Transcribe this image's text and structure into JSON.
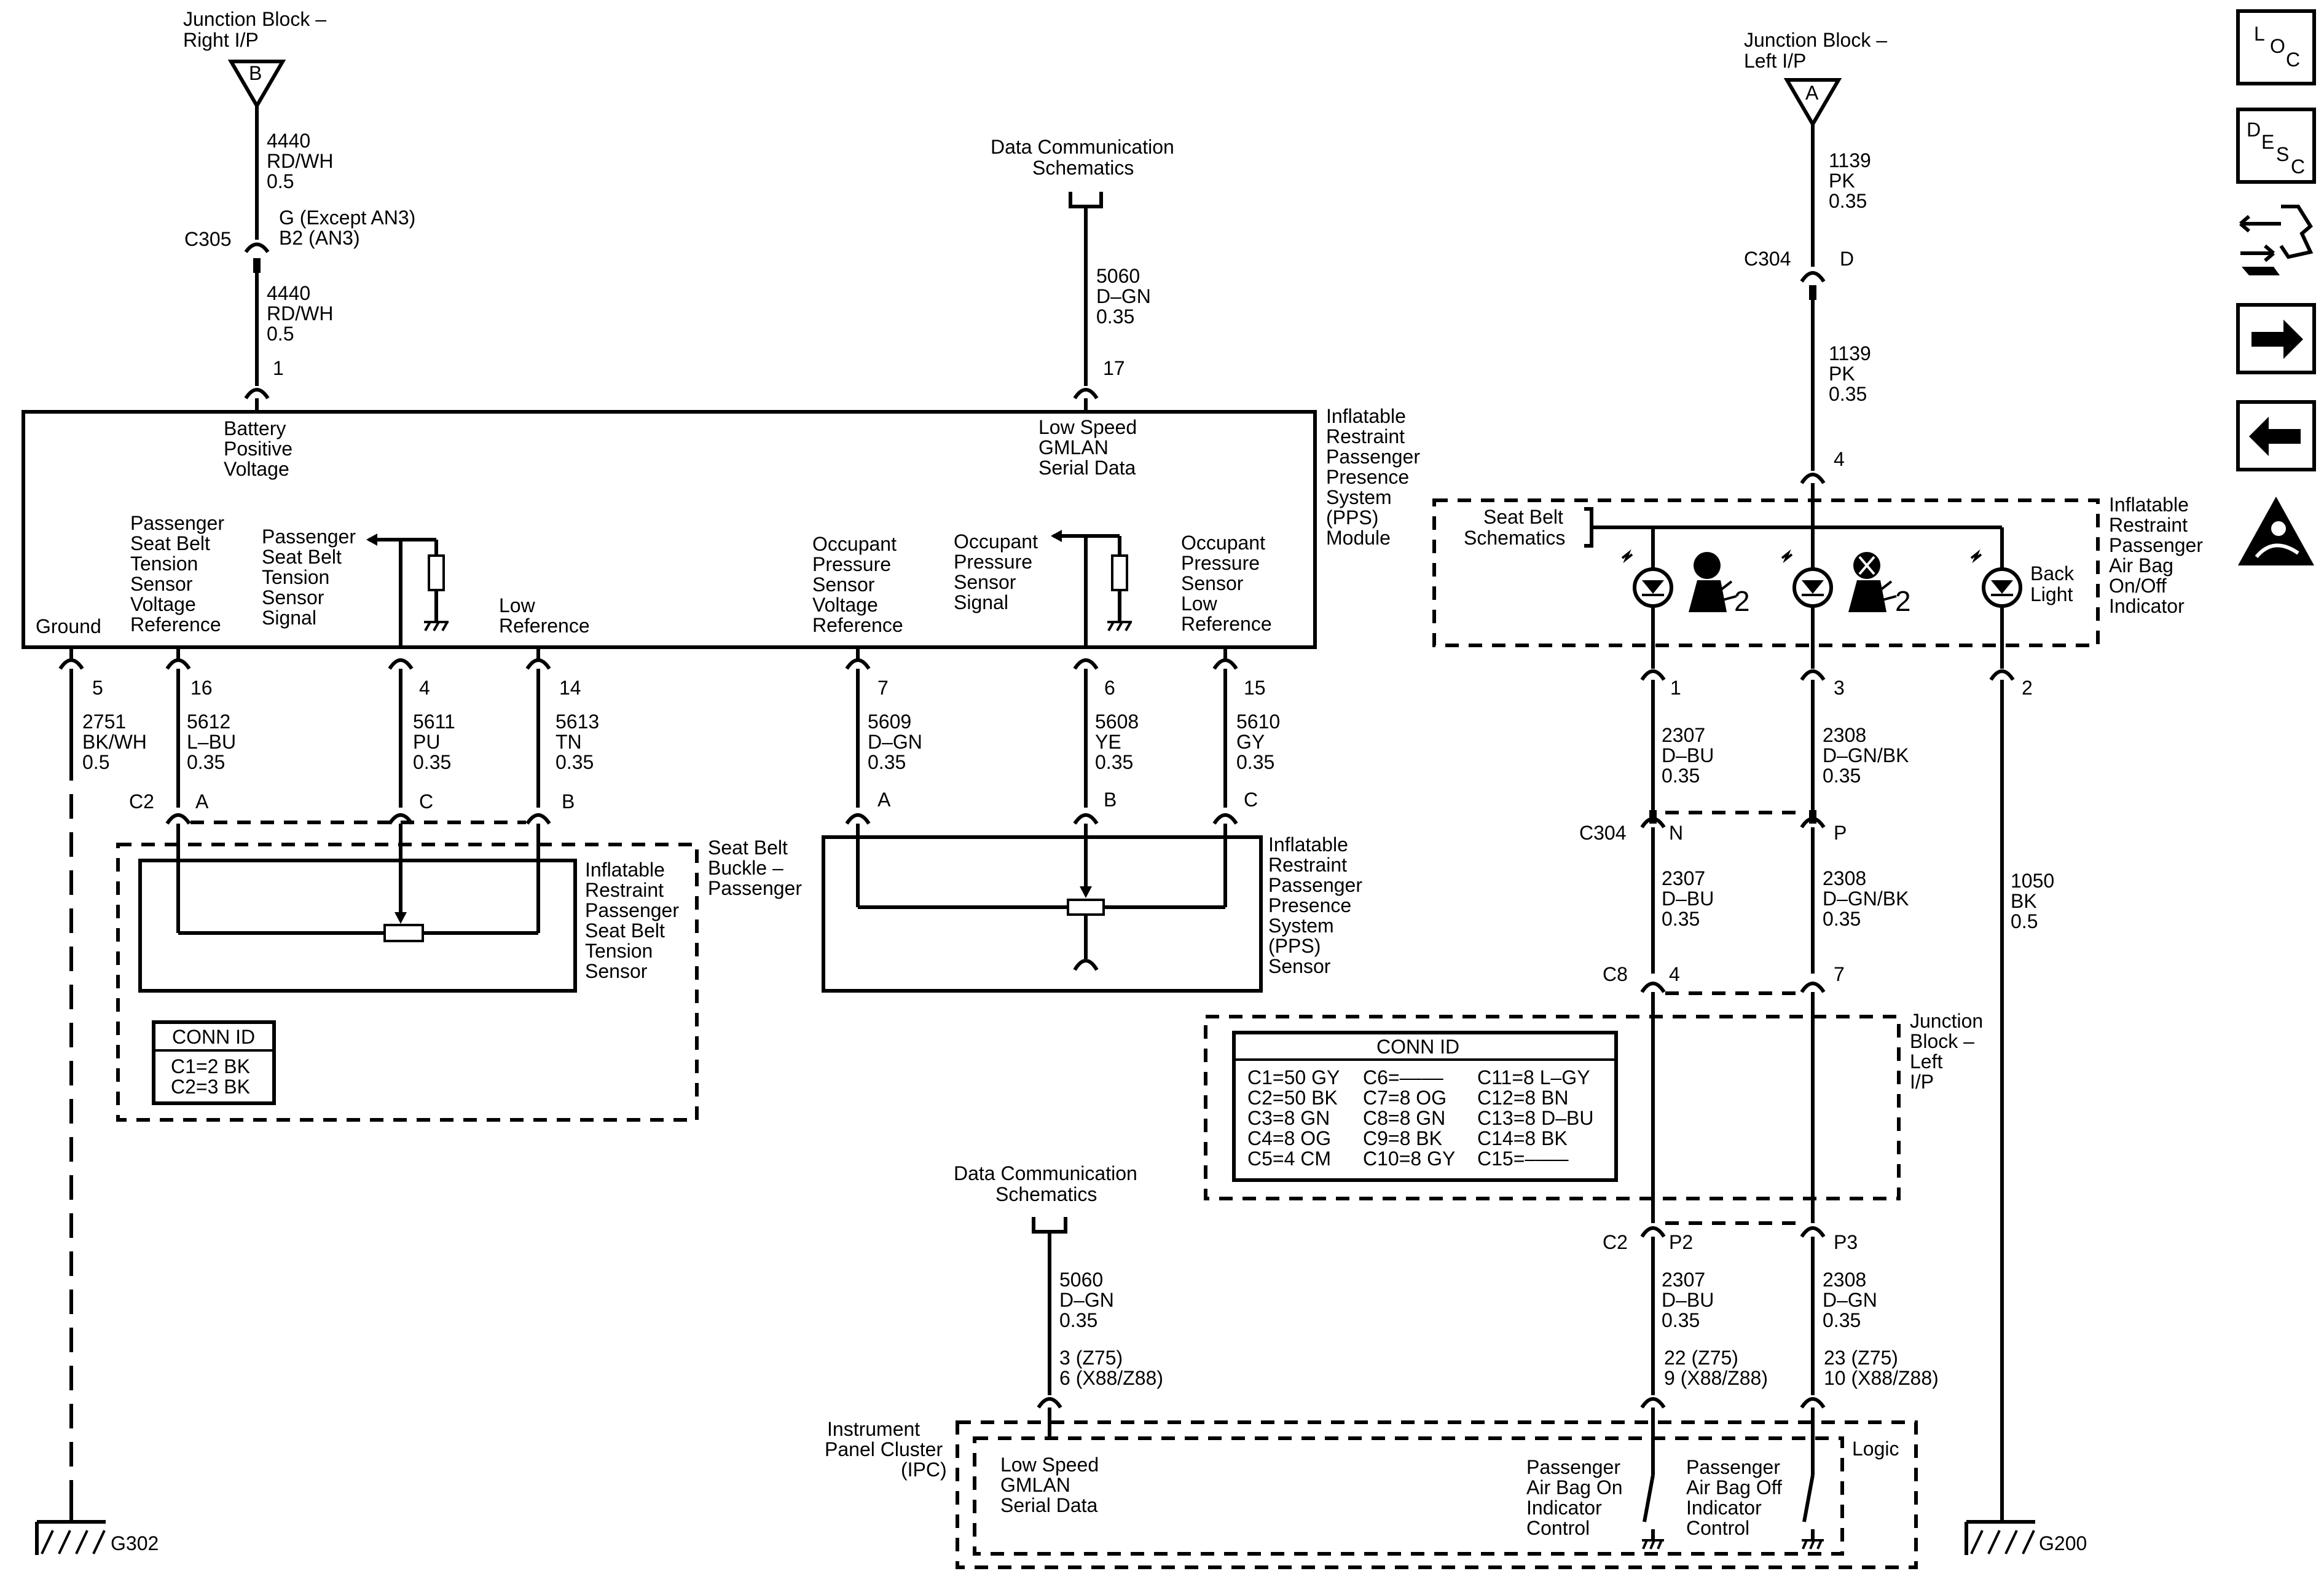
{
  "junction_right": {
    "title": [
      "Junction Block –",
      "Right I/P"
    ],
    "letter": "B"
  },
  "junction_left": {
    "title": [
      "Junction Block –",
      "Left I/P"
    ],
    "letter": "A"
  },
  "w4440_top": [
    "4440",
    "RD/WH",
    "0.5"
  ],
  "w4440_bot": [
    "4440",
    "RD/WH",
    "0.5"
  ],
  "c305": {
    "name": "C305",
    "pins": [
      "G (Except AN3)",
      "B2 (AN3)"
    ]
  },
  "dcs_top": [
    "Data Communication",
    "Schematics"
  ],
  "dcs_bottom": [
    "Data Communication",
    "Schematics"
  ],
  "w5060_top": [
    "5060",
    "D–GN",
    "0.35"
  ],
  "w5060_bot": [
    "5060",
    "D–GN",
    "0.35"
  ],
  "pps_module": {
    "title": [
      "Inflatable",
      "Restraint",
      "Passenger",
      "Presence",
      "System",
      "(PPS)",
      "Module"
    ],
    "batt": [
      "Battery",
      "Positive",
      "Voltage"
    ],
    "gmlan": [
      "Low Speed",
      "GMLAN",
      "Serial Data"
    ],
    "ground": "Ground",
    "psbt_vref": [
      "Passenger",
      "Seat Belt",
      "Tension",
      "Sensor",
      "Voltage",
      "Reference"
    ],
    "psbt_sig": [
      "Passenger",
      "Seat Belt",
      "Tension",
      "Sensor",
      "Signal"
    ],
    "low_ref": [
      "Low",
      "Reference"
    ],
    "ops_vref": [
      "Occupant",
      "Pressure",
      "Sensor",
      "Voltage",
      "Reference"
    ],
    "ops_sig": [
      "Occupant",
      "Pressure",
      "Sensor",
      "Signal"
    ],
    "ops_low": [
      "Occupant",
      "Pressure",
      "Sensor",
      "Low",
      "Reference"
    ]
  },
  "pins": {
    "p1": "1",
    "p17": "17",
    "p5": "5",
    "p16": "16",
    "p4": "4",
    "p14": "14",
    "p7": "7",
    "p6": "6",
    "p15": "15",
    "pa4": "4",
    "ind1": "1",
    "ind3": "3",
    "ind2": "2",
    "c2a": "A",
    "c2c": "C",
    "c2b": "B",
    "oa": "A",
    "ob": "B",
    "oc": "C",
    "c304n": "N",
    "c304p": "P",
    "c304d": "D",
    "c8_4": "4",
    "c8_7": "7",
    "p2": "P2",
    "p3": "P3"
  },
  "wires": {
    "w2751": [
      "2751",
      "BK/WH",
      "0.5"
    ],
    "w5612": [
      "5612",
      "L–BU",
      "0.35"
    ],
    "w5611": [
      "5611",
      "PU",
      "0.35"
    ],
    "w5613": [
      "5613",
      "TN",
      "0.35"
    ],
    "w5609": [
      "5609",
      "D–GN",
      "0.35"
    ],
    "w5608": [
      "5608",
      "YE",
      "0.35"
    ],
    "w5610": [
      "5610",
      "GY",
      "0.35"
    ],
    "w1139a": [
      "1139",
      "PK",
      "0.35"
    ],
    "w1139b": [
      "1139",
      "PK",
      "0.35"
    ],
    "w2307a": [
      "2307",
      "D–BU",
      "0.35"
    ],
    "w2307b": [
      "2307",
      "D–BU",
      "0.35"
    ],
    "w2307c": [
      "2307",
      "D–BU",
      "0.35"
    ],
    "w2308a": [
      "2308",
      "D–GN/BK",
      "0.35"
    ],
    "w2308b": [
      "2308",
      "D–GN/BK",
      "0.35"
    ],
    "w2308c": [
      "2308",
      "D–GN",
      "0.35"
    ],
    "w1050": [
      "1050",
      "BK",
      "0.5"
    ]
  },
  "connectors": {
    "c2": "C2",
    "c304": "C304",
    "c304b": "C304",
    "c8": "C8",
    "c2b": "C2"
  },
  "seatbelt_buckle": {
    "title": [
      "Seat Belt",
      "Buckle –",
      "Passenger"
    ],
    "sensor": [
      "Inflatable",
      "Restraint",
      "Passenger",
      "Seat Belt",
      "Tension",
      "Sensor"
    ],
    "conn_id": {
      "head": "CONN ID",
      "rows": [
        "C1=2 BK",
        "C2=3 BK"
      ]
    }
  },
  "pps_sensor": {
    "title": [
      "Inflatable",
      "Restraint",
      "Passenger",
      "Presence",
      "System",
      "(PPS)",
      "Sensor"
    ]
  },
  "indicator": {
    "title": [
      "Inflatable",
      "Restraint",
      "Passenger",
      "Air Bag",
      "On/Off",
      "Indicator"
    ],
    "seatbelt": [
      "Seat Belt",
      "Schematics"
    ],
    "backlight": [
      "Back",
      "Light"
    ],
    "sub": "2"
  },
  "jb_left": {
    "title": [
      "Junction",
      "Block –",
      "Left",
      "I/P"
    ],
    "conn_id": {
      "head": "CONN ID",
      "col1": [
        "C1=50 GY",
        "C2=50 BK",
        "C3=8 GN",
        "C4=8 OG",
        "C5=4 CM"
      ],
      "col2": [
        "C6=––––",
        "C7=8 OG",
        "C8=8 GN",
        "C9=8 BK",
        "C10=8 GY"
      ],
      "col3": [
        "C11=8 L–GY",
        "C12=8 BN",
        "C13=8 D–BU",
        "C14=8 BK",
        "C15=––––"
      ]
    }
  },
  "ipc": {
    "title": [
      "Instrument",
      "Panel Cluster",
      "(IPC)"
    ],
    "logic": "Logic",
    "gmlan": [
      "Low Speed",
      "GMLAN",
      "Serial Data"
    ],
    "on_ctrl": [
      "Passenger",
      "Air Bag On",
      "Indicator",
      "Control"
    ],
    "off_ctrl": [
      "Passenger",
      "Air Bag Off",
      "Indicator",
      "Control"
    ],
    "pin_gm": [
      "3 (Z75)",
      "6 (X88/Z88)"
    ],
    "pin_on": [
      "22 (Z75)",
      "9 (X88/Z88)"
    ],
    "pin_off": [
      "23 (Z75)",
      "10 (X88/Z88)"
    ]
  },
  "grounds": {
    "g302": "G302",
    "g200": "G200"
  },
  "side_icons": {
    "loc": [
      "L",
      "O",
      "C"
    ],
    "desc": [
      "D",
      "E",
      "S",
      "C"
    ],
    "icons": [
      "connector-tool-icon",
      "right-arrow-icon",
      "left-arrow-icon",
      "airbag-warning-icon"
    ]
  }
}
